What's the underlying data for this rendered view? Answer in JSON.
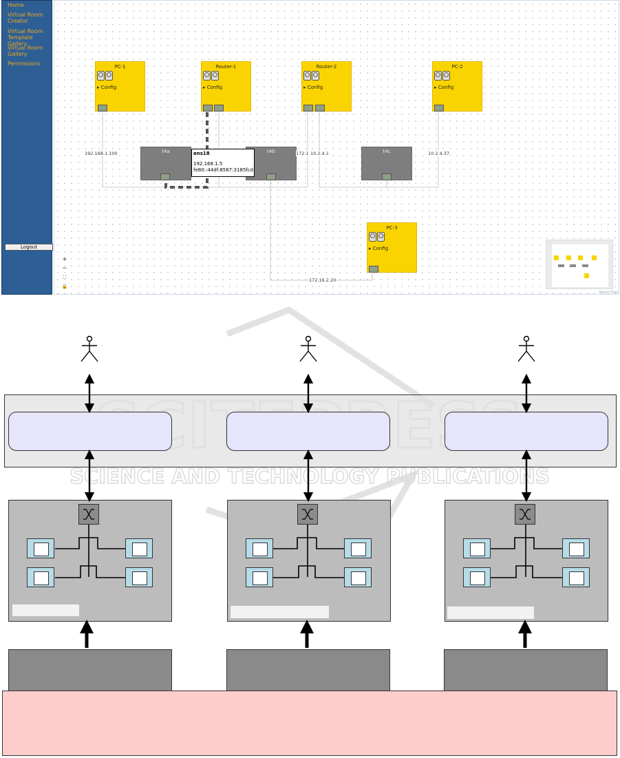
{
  "sidebar": {
    "links": [
      "Home",
      "Virtual Room Creator",
      "Virtual Room Template Gallery",
      "Virtual Room Gallery",
      "Permissions"
    ],
    "logout": "Logout"
  },
  "nodes": [
    {
      "title": "PC-1",
      "config": "▸ Config"
    },
    {
      "title": "Router-1",
      "config": "▸ Config"
    },
    {
      "title": "Router-2",
      "config": "▸ Config"
    },
    {
      "title": "PC-2",
      "config": "▸ Config"
    },
    {
      "title": "PC-3",
      "config": "▸ Config"
    }
  ],
  "switches": [
    "t4a",
    "t4b",
    "t4c"
  ],
  "ip_labels": [
    "192.168.1.100",
    "172.1",
    "10.2.4.1",
    "10.2.4.37",
    "172.16.2.20"
  ],
  "tooltip": {
    "name": "ens18",
    "ipv4": "192.168.1.5",
    "ipv6": "fe80::44df:8567:3185fcd"
  },
  "zoom_controls": [
    "+",
    "−",
    "⛶",
    "🔒"
  ],
  "attribution": "React Flow",
  "watermark": {
    "line1": "SCITEPRESS",
    "line2": "SCIENCE AND TECHNOLOGY PUBLICATIONS"
  },
  "colors": {
    "sidebar": "#2d5f95",
    "link": "#f0a81e",
    "node": "#fad400",
    "switch": "#7e7e7e",
    "platform": "#ffcccc",
    "panel": "#bcbcbc",
    "interface": "#e5e5fb"
  }
}
